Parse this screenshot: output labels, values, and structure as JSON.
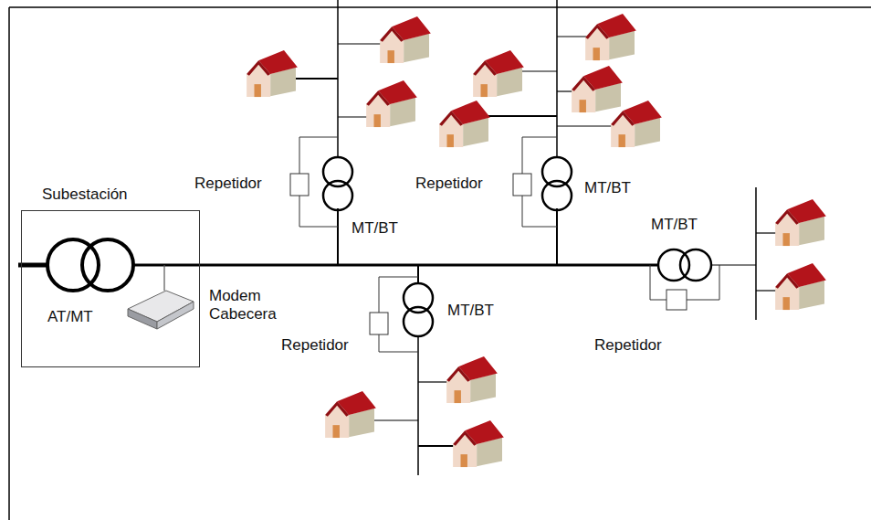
{
  "diagram": {
    "nodes": [
      {
        "text": [
          "Subestación",
          "AT/MT"
        ]
      }
    ],
    "labels": [
      "Modem Cabecera",
      "Repetidor",
      "MT/BT",
      "Repetidor",
      "MT/BT",
      "MT/BT",
      "Repetidor",
      "MT/BT",
      "Repetidor"
    ]
  }
}
